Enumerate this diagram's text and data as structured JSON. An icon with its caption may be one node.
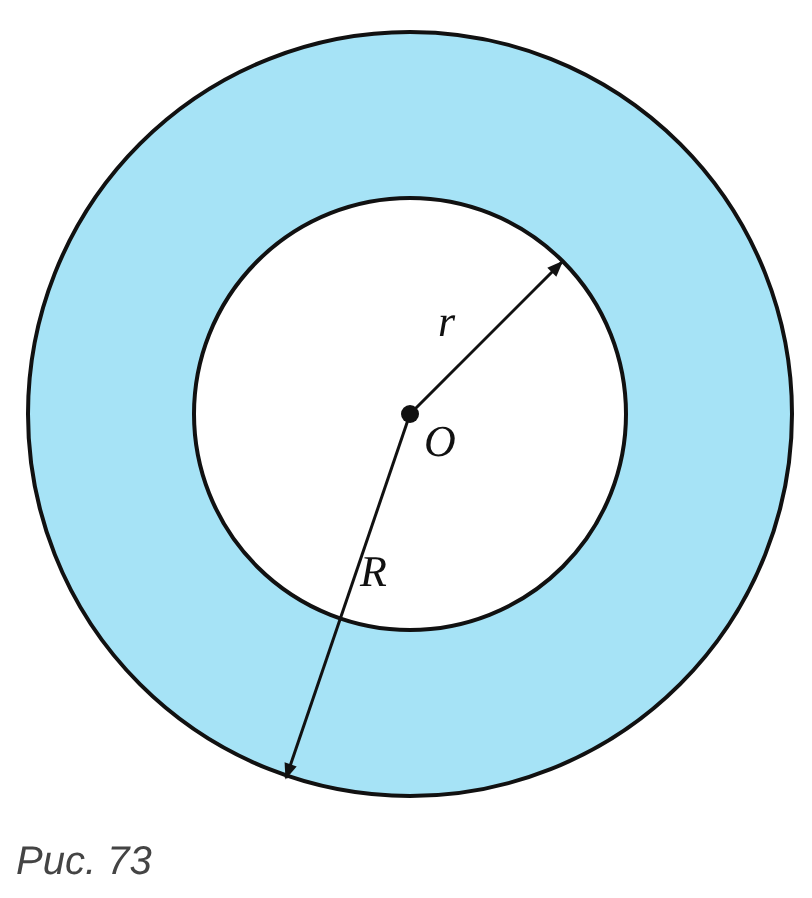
{
  "diagram": {
    "caption": "Рис. 73",
    "labels": [
      "r",
      "O",
      "R"
    ]
  }
}
